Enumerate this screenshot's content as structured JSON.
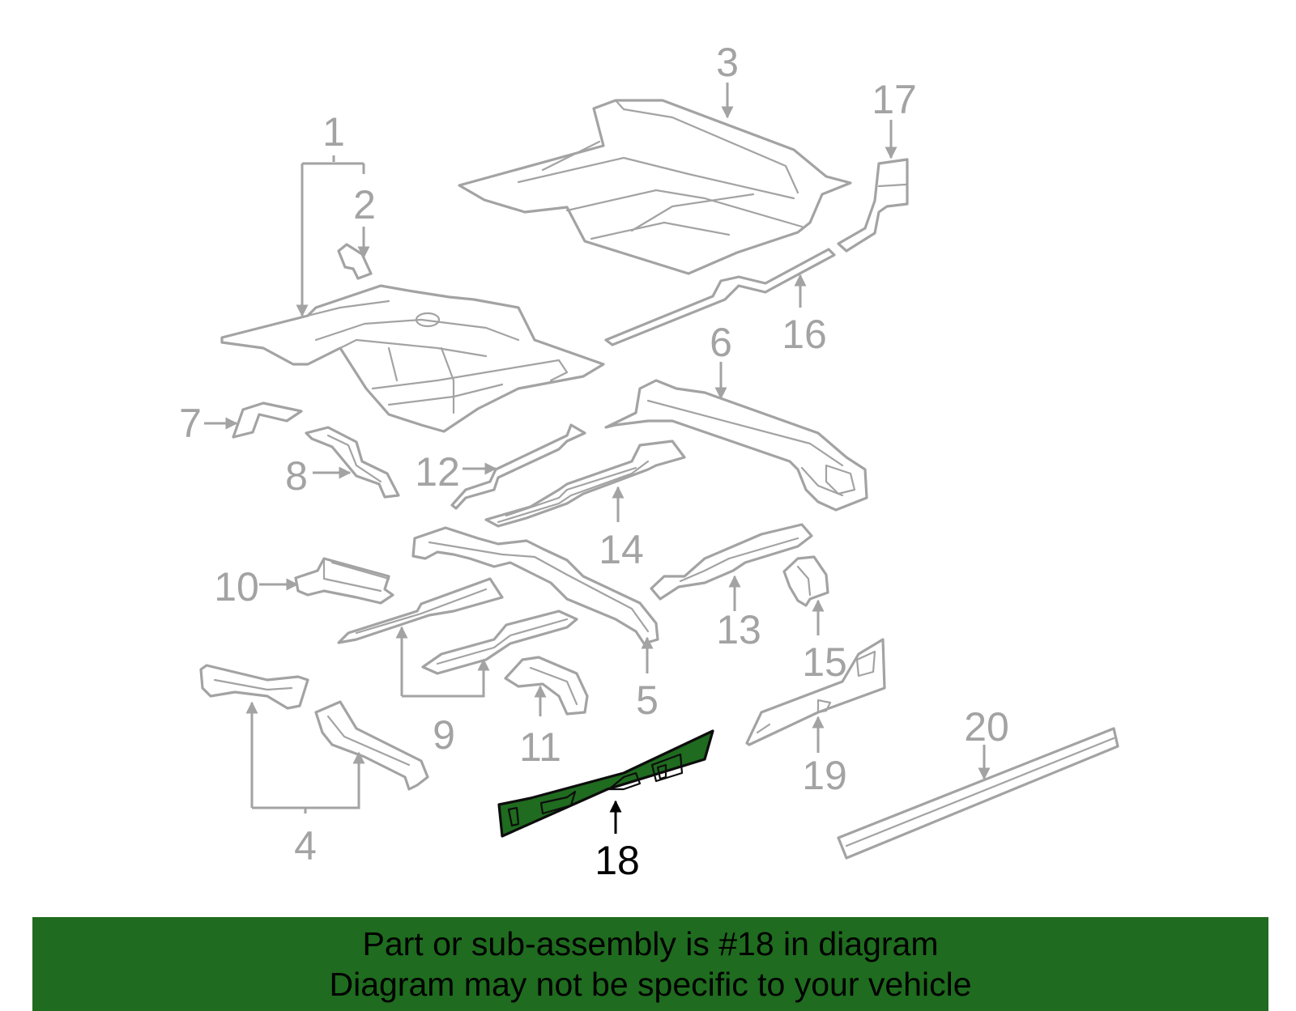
{
  "diagram": {
    "labels": [
      "1",
      "2",
      "3",
      "4",
      "5",
      "6",
      "7",
      "8",
      "9",
      "10",
      "11",
      "12",
      "13",
      "14",
      "15",
      "16",
      "17",
      "18",
      "19",
      "20"
    ],
    "highlighted_part": "18",
    "colors": {
      "part_outline": "#a3a3a3",
      "highlight_fill": "#1f6b1f",
      "highlight_outline": "#0d0d0d",
      "banner_background": "#1f6b1f",
      "banner_text": "#000000"
    }
  },
  "banner": {
    "line1": "Part or sub-assembly is #18 in diagram",
    "line2": "Diagram may not be specific to your vehicle"
  }
}
